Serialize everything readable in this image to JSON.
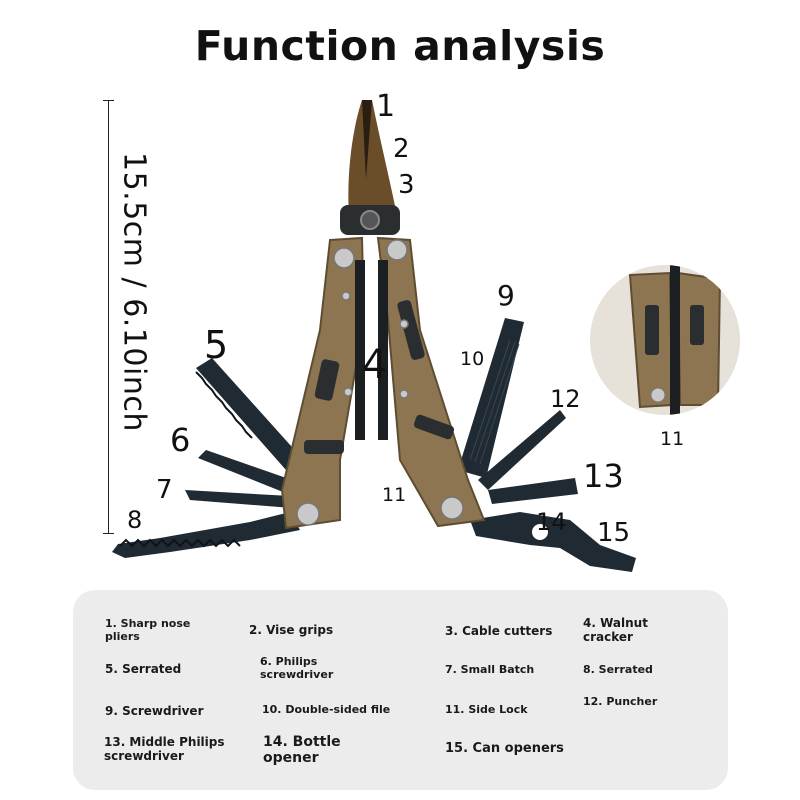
{
  "title": "Function analysis",
  "dimension": "15.5cm / 6.10inch",
  "callouts": [
    "1",
    "2",
    "3",
    "4",
    "5",
    "6",
    "7",
    "8",
    "9",
    "10",
    "11",
    "12",
    "13",
    "14",
    "15"
  ],
  "inset_label": "11",
  "colors": {
    "handle": "#8c7550",
    "blade": "#1f2a33",
    "legend_bg": "#ececec"
  },
  "legend": [
    "1. Sharp nose\npliers",
    "2. Vise grips",
    "3. Cable cutters",
    "4. Walnut\ncracker",
    "5. Serrated",
    "6. Philips\nscrewdriver",
    "7. Small Batch",
    "8. Serrated",
    "9. Screwdriver",
    "10. Double-sided file",
    "11. Side Lock",
    "12. Puncher",
    "13. Middle Philips\nscrewdriver",
    "14. Bottle\nopener",
    "15. Can openers"
  ]
}
